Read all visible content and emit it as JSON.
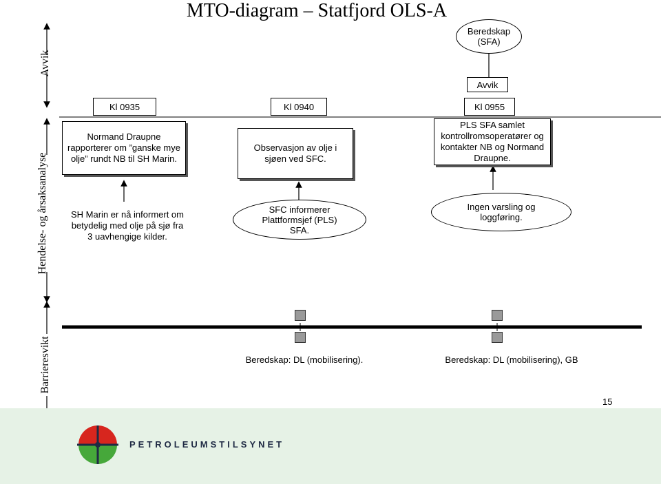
{
  "title": "MTO-diagram – Statfjord OLS-A",
  "rows": {
    "avvik": "Avvik",
    "hendelse": "Hendelse- og årsaksanalyse",
    "barrier": "Barrieresvikt"
  },
  "times": [
    "Kl 0935",
    "Kl 0940",
    "Kl 0955"
  ],
  "top": {
    "beredskap": "Beredskap (SFA)",
    "avvik_box": "Avvik"
  },
  "col1": {
    "box": "Normand Draupne rapporterer om ”ganske mye olje” rundt NB til SH Marin.",
    "ellipse": "SH Marin er nå informert om betydelig med olje på sjø fra 3 uavhengige kilder."
  },
  "col2": {
    "box": "Observasjon av olje i sjøen ved SFC.",
    "ellipse": "SFC informerer Plattformsjef (PLS) SFA."
  },
  "col3": {
    "box": "PLS SFA samlet kontrollromsoperatører og kontakter NB og Normand Draupne.",
    "ellipse": "Ingen varsling og loggføring."
  },
  "barriers": {
    "b1": "Beredskap: DL (mobilisering).",
    "b2": "Beredskap: DL (mobilisering), GB"
  },
  "page_number": "15",
  "logo": {
    "text": "PETROLEUMSTILSYNET",
    "colors": [
      "#d7261e",
      "#46a83a",
      "#1f2a44"
    ]
  }
}
